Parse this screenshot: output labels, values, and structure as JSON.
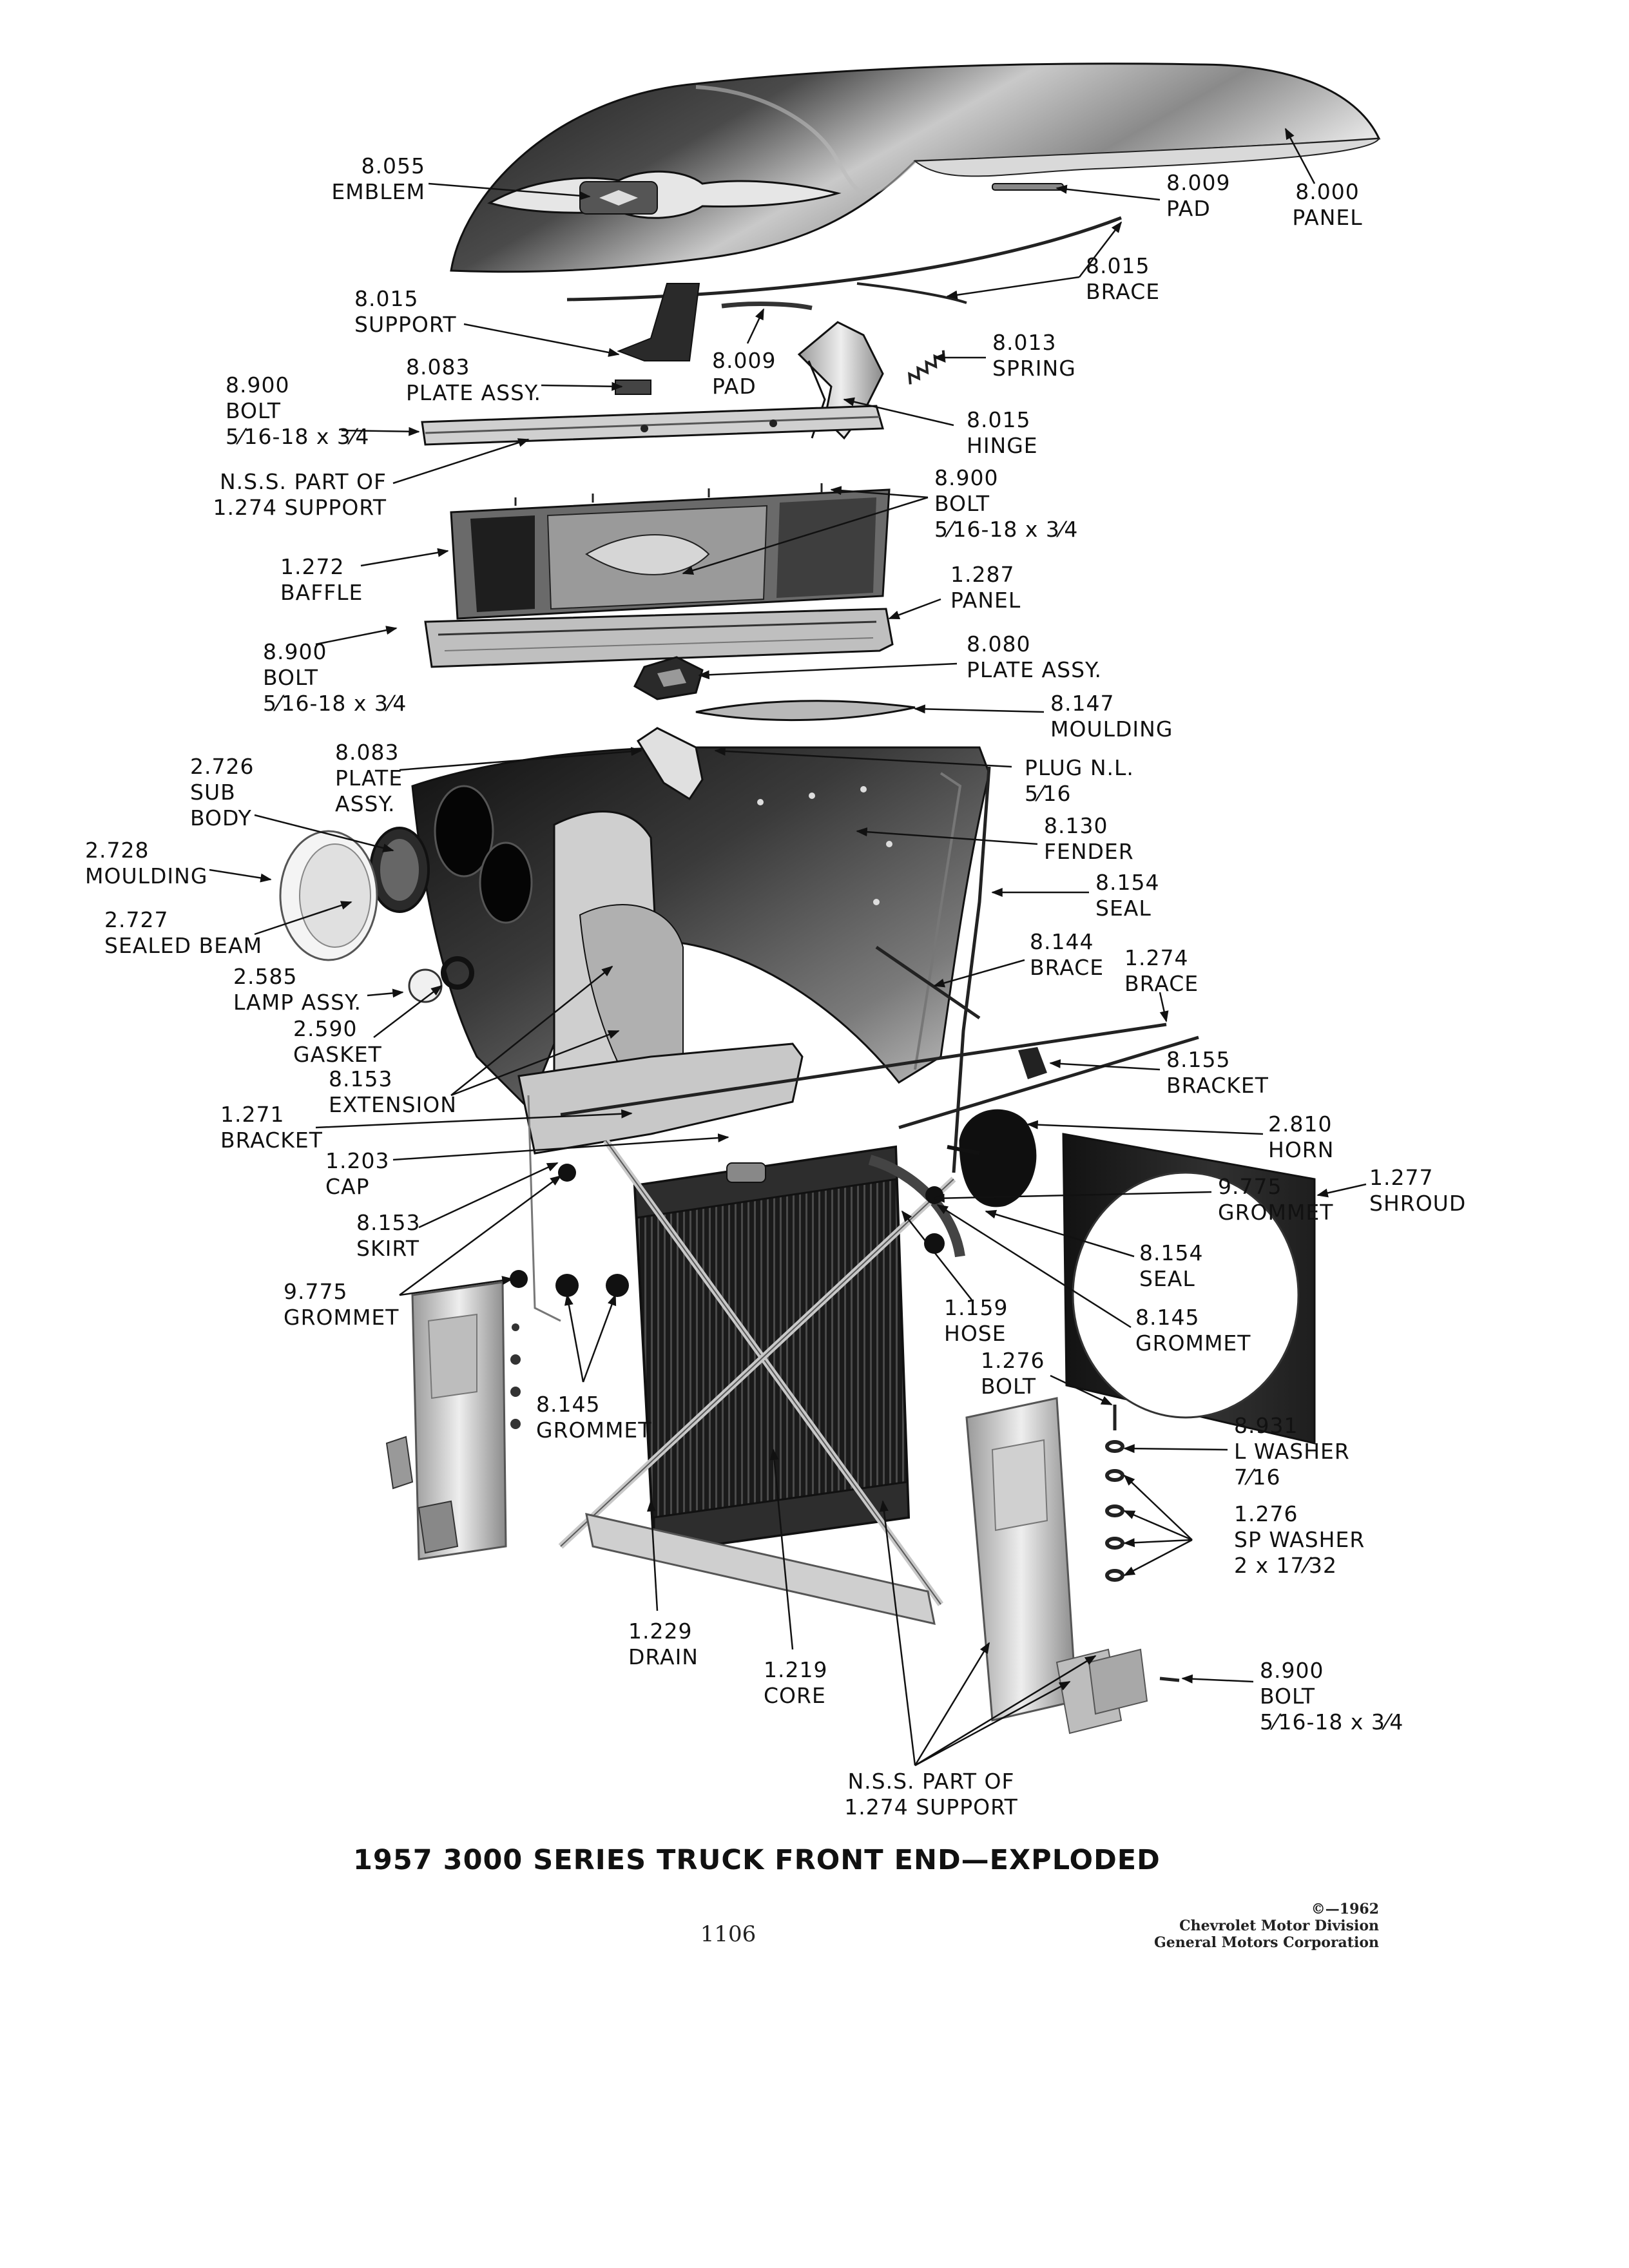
{
  "caption": {
    "title": "1957 3000 SERIES TRUCK FRONT END—EXPLODED",
    "page_number": "1106",
    "copyright": [
      "©—1962",
      "Chevrolet Motor Division",
      "General Motors Corporation"
    ]
  },
  "callouts": {
    "emblem": [
      "8.055",
      "EMBLEM"
    ],
    "pad_hood": [
      "8.009",
      "PAD"
    ],
    "panel_hood": [
      "8.000",
      "PANEL"
    ],
    "brace_hood": [
      "8.015",
      "BRACE"
    ],
    "support": [
      "8.015",
      "SUPPORT"
    ],
    "spring": [
      "8.013",
      "SPRING"
    ],
    "plate_assy_top": [
      "8.083",
      "PLATE ASSY."
    ],
    "pad_mid": [
      "8.009",
      "PAD"
    ],
    "bolt_left_top": [
      "8.900",
      "BOLT",
      "5⁄16-18 x 3⁄4"
    ],
    "hinge": [
      "8.015",
      "HINGE"
    ],
    "nss_support_top": [
      "N.S.S. PART OF",
      "1.274 SUPPORT"
    ],
    "bolt_right_top": [
      "8.900",
      "BOLT",
      "5⁄16-18 x 3⁄4"
    ],
    "baffle": [
      "1.272",
      "BAFFLE"
    ],
    "panel_grille": [
      "1.287",
      "PANEL"
    ],
    "bolt_left_mid": [
      "8.900",
      "BOLT",
      "5⁄16-18 x 3⁄4"
    ],
    "plate_assy_right": [
      "8.080",
      "PLATE ASSY."
    ],
    "moulding_right": [
      "8.147",
      "MOULDING"
    ],
    "plate_assy_fender": [
      "8.083",
      "PLATE",
      "ASSY."
    ],
    "sub_body": [
      "2.726",
      "SUB",
      "BODY"
    ],
    "plug": [
      "PLUG N.L.",
      "5⁄16"
    ],
    "fender": [
      "8.130",
      "FENDER"
    ],
    "moulding_lamp": [
      "2.728",
      "MOULDING"
    ],
    "seal_right": [
      "8.154",
      "SEAL"
    ],
    "sealed_beam": [
      "2.727",
      "SEALED BEAM"
    ],
    "brace_844": [
      "8.144",
      "BRACE"
    ],
    "brace_1274": [
      "1.274",
      "BRACE"
    ],
    "lamp_assy": [
      "2.585",
      "LAMP ASSY."
    ],
    "gasket": [
      "2.590",
      "GASKET"
    ],
    "extension": [
      "8.153",
      "EXTENSION"
    ],
    "bracket_855": [
      "8.155",
      "BRACKET"
    ],
    "bracket_1271": [
      "1.271",
      "BRACKET"
    ],
    "horn": [
      "2.810",
      "HORN"
    ],
    "cap": [
      "1.203",
      "CAP"
    ],
    "shroud": [
      "1.277",
      "SHROUD"
    ],
    "grommet_9775_right": [
      "9.775",
      "GROMMET"
    ],
    "skirt": [
      "8.153",
      "SKIRT"
    ],
    "seal_lower": [
      "8.154",
      "SEAL"
    ],
    "grommet_9775_left": [
      "9.775",
      "GROMMET"
    ],
    "hose": [
      "1.159",
      "HOSE"
    ],
    "grommet_8145_right": [
      "8.145",
      "GROMMET"
    ],
    "bolt_1276": [
      "1.276",
      "BOLT"
    ],
    "grommet_8145_left": [
      "8.145",
      "GROMMET"
    ],
    "l_washer": [
      "8.931",
      "L WASHER",
      "7⁄16"
    ],
    "sp_washer": [
      "1.276",
      "SP WASHER",
      "2 x 17⁄32"
    ],
    "drain": [
      "1.229",
      "DRAIN"
    ],
    "core": [
      "1.219",
      "CORE"
    ],
    "bolt_lower_right": [
      "8.900",
      "BOLT",
      "5⁄16-18 x 3⁄4"
    ],
    "nss_support_bottom": [
      "N.S.S. PART OF",
      "1.274 SUPPORT"
    ]
  }
}
